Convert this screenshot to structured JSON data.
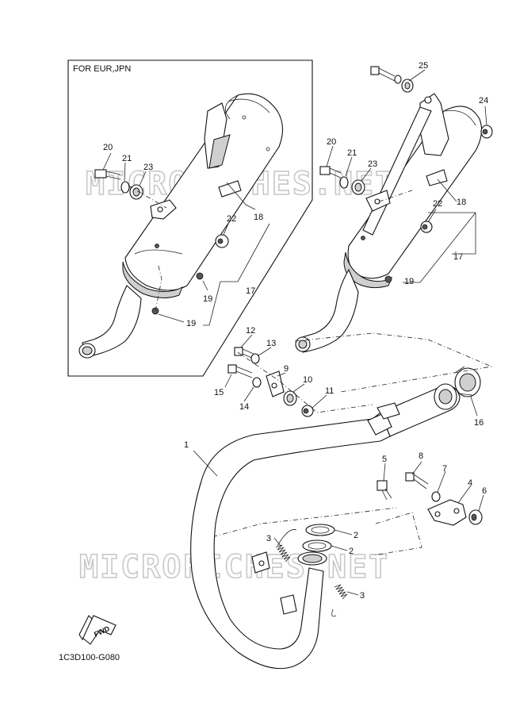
{
  "inset_label": "FOR EUR,JPN",
  "figure_code": "1C3D100-G080",
  "fwd_label": "FWD",
  "watermark": "MICROFICHES.NET",
  "callouts": {
    "c1": "1",
    "c2a": "2",
    "c2b": "2",
    "c3a": "3",
    "c3b": "3",
    "c4": "4",
    "c5": "5",
    "c6": "6",
    "c7": "7",
    "c8": "8",
    "c9": "9",
    "c10": "10",
    "c11": "11",
    "c12": "12",
    "c13": "13",
    "c14": "14",
    "c15": "15",
    "c16": "16",
    "c17L": "17",
    "c17R": "17",
    "c18L": "18",
    "c18R": "18",
    "c19La": "19",
    "c19Lb": "19",
    "c19R": "19",
    "c20L": "20",
    "c20R": "20",
    "c21L": "21",
    "c21R": "21",
    "c22L": "22",
    "c22R": "22",
    "c23L": "23",
    "c23R": "23",
    "c24": "24",
    "c25": "25"
  }
}
